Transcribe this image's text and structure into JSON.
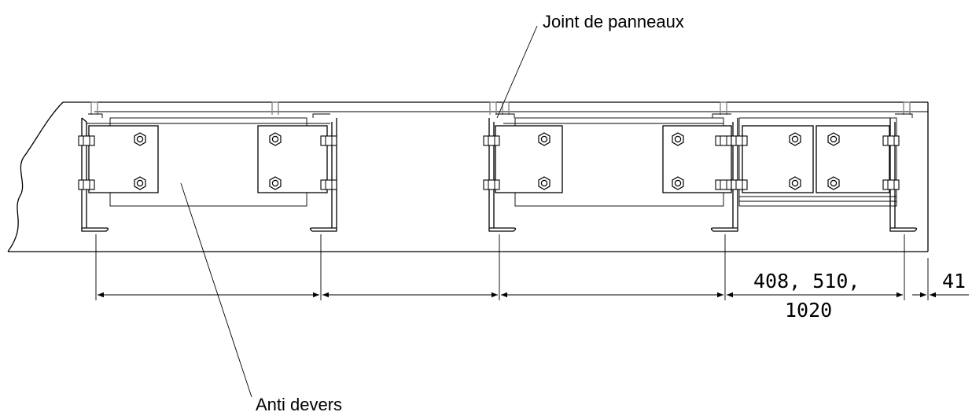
{
  "labels": {
    "panel_joint": "Joint de panneaux",
    "anti_tilt": "Anti devers"
  },
  "dimensions": {
    "spacing_line1": "408, 510,",
    "spacing_line2": "1020",
    "end_offset": "41"
  }
}
